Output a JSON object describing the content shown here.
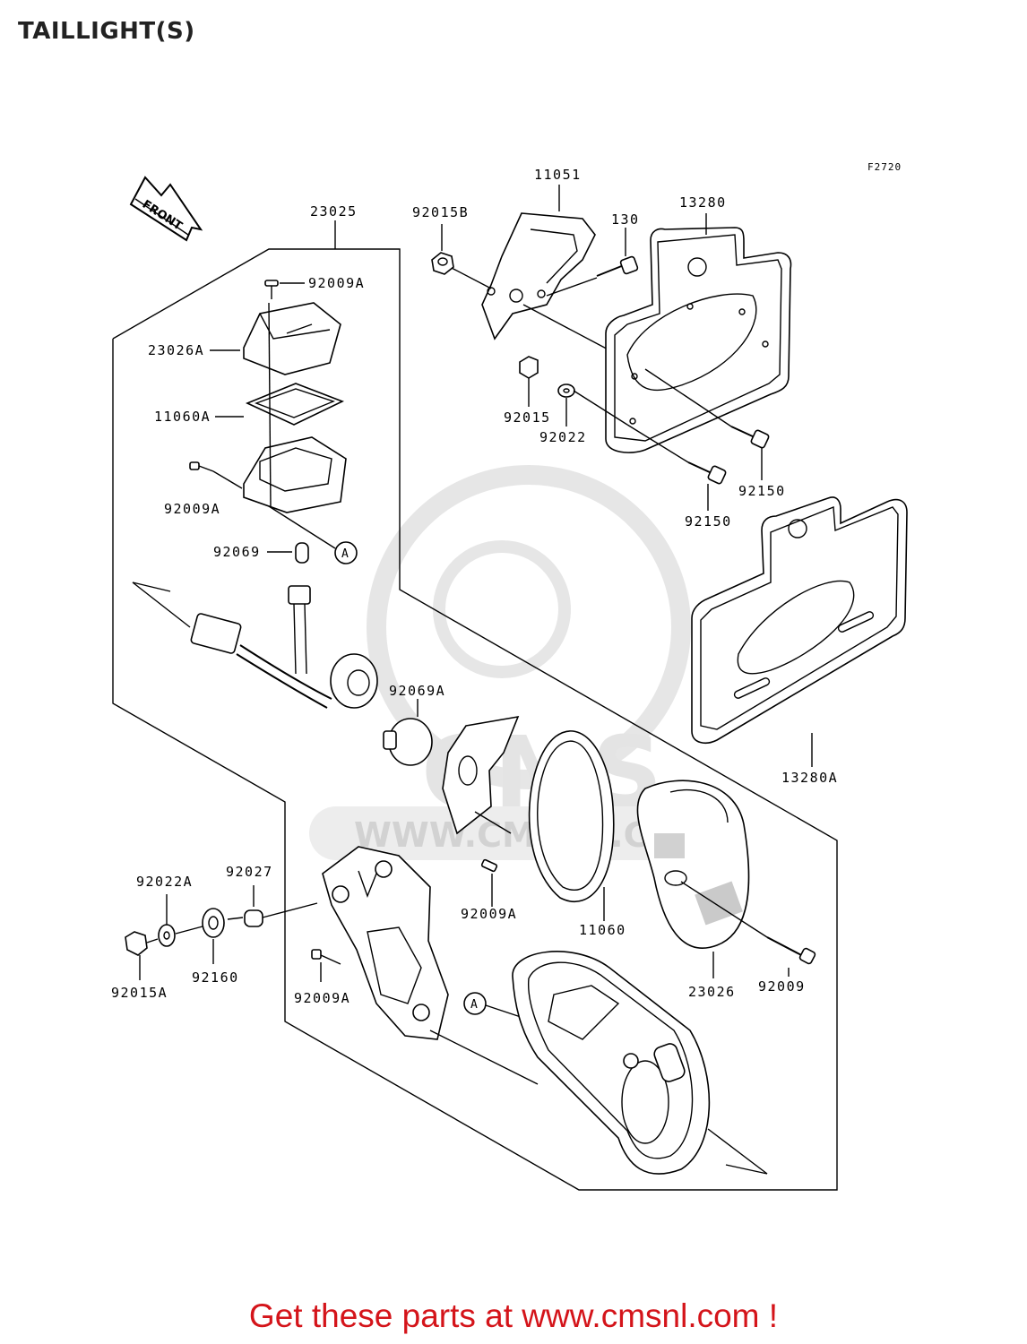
{
  "title": "TAILLIGHT(S)",
  "figure_code": "F2720",
  "front_label": "FRONT",
  "callout_letter": "A",
  "watermark": {
    "brand": "CMS",
    "url": "WWW.CMSNL.COM"
  },
  "footer": "Get these parts at www.cmsnl.com !",
  "parts": {
    "p23025": "23025",
    "p92009A_top": "92009A",
    "p23026A": "23026A",
    "p11060A": "11060A",
    "p92009A_base": "92009A",
    "p92069": "92069",
    "p92069A": "92069A",
    "p92015B": "92015B",
    "p11051": "11051",
    "p130": "130",
    "p13280": "13280",
    "p92015": "92015",
    "p92022": "92022",
    "p92150_a": "92150",
    "p92150_b": "92150",
    "p13280A": "13280A",
    "p92022A": "92022A",
    "p92027": "92027",
    "p92160": "92160",
    "p92015A": "92015A",
    "p92009A_bracket": "92009A",
    "p92009A_mid": "92009A",
    "p11060": "11060",
    "p23026": "23026",
    "p92009": "92009"
  }
}
